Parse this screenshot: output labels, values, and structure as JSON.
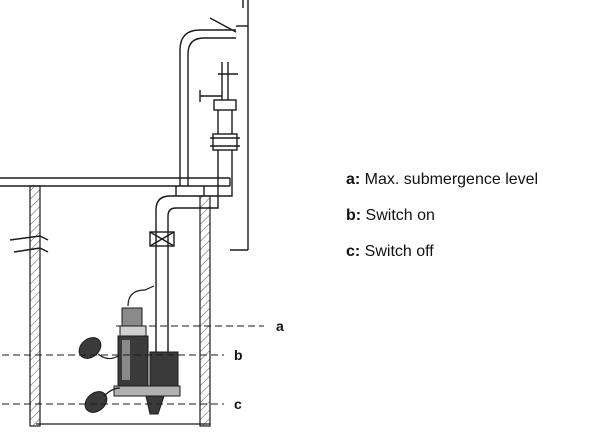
{
  "levels": [
    {
      "key": "a",
      "label": "Max. submergence level"
    },
    {
      "key": "b",
      "label": "Switch on"
    },
    {
      "key": "c",
      "label": "Switch off"
    }
  ],
  "legend": [
    {
      "key": "a:",
      "text": " Max. submergence level"
    },
    {
      "key": "b:",
      "text": " Switch on"
    },
    {
      "key": "c:",
      "text": " Switch off"
    }
  ],
  "colors": {
    "line": "#1a1a1a",
    "hatch": "#555555",
    "pump_dark": "#3a3a3a",
    "pump_mid": "#8a8a8a"
  }
}
